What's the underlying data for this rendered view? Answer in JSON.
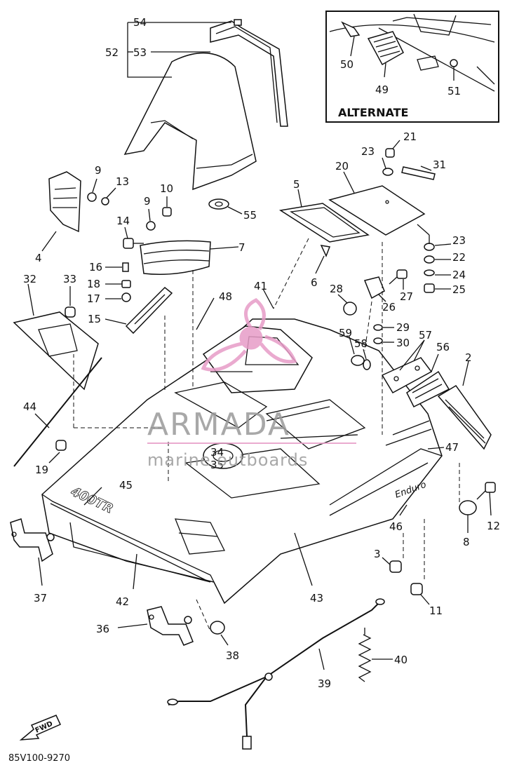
{
  "diagram": {
    "drawing_code": "85V100-9270",
    "inset_title": "ALTERNATE",
    "cover_decal": "400TR",
    "side_badge": "Enduro",
    "fwd_arrow": "FWD",
    "watermark": {
      "brand": "ARMADA",
      "tagline": "marine outboards",
      "logo_color": "#e79cc7",
      "text_color": "#9a9a9a"
    },
    "callouts": {
      "n2": "2",
      "n3": "3",
      "n4": "4",
      "n5": "5",
      "n6": "6",
      "n7": "7",
      "n8": "8",
      "n9a": "9",
      "n9b": "9",
      "n10": "10",
      "n11": "11",
      "n12": "12",
      "n13": "13",
      "n14": "14",
      "n15": "15",
      "n16": "16",
      "n17": "17",
      "n18": "18",
      "n19": "19",
      "n20": "20",
      "n21": "21",
      "n22": "22",
      "n23a": "23",
      "n23b": "23",
      "n24": "24",
      "n25": "25",
      "n26": "26",
      "n27": "27",
      "n28": "28",
      "n29": "29",
      "n30": "30",
      "n31": "31",
      "n32": "32",
      "n33": "33",
      "n34": "34",
      "n35": "35",
      "n36": "36",
      "n37": "37",
      "n38": "38",
      "n39": "39",
      "n40": "40",
      "n41": "41",
      "n42": "42",
      "n43": "43",
      "n44": "44",
      "n45": "45",
      "n46": "46",
      "n47": "47",
      "n48": "48",
      "n49": "49",
      "n50": "50",
      "n51": "51",
      "n52": "52",
      "n53": "53",
      "n54": "54",
      "n55": "55",
      "n56": "56",
      "n57": "57",
      "n58": "58",
      "n59": "59"
    }
  }
}
